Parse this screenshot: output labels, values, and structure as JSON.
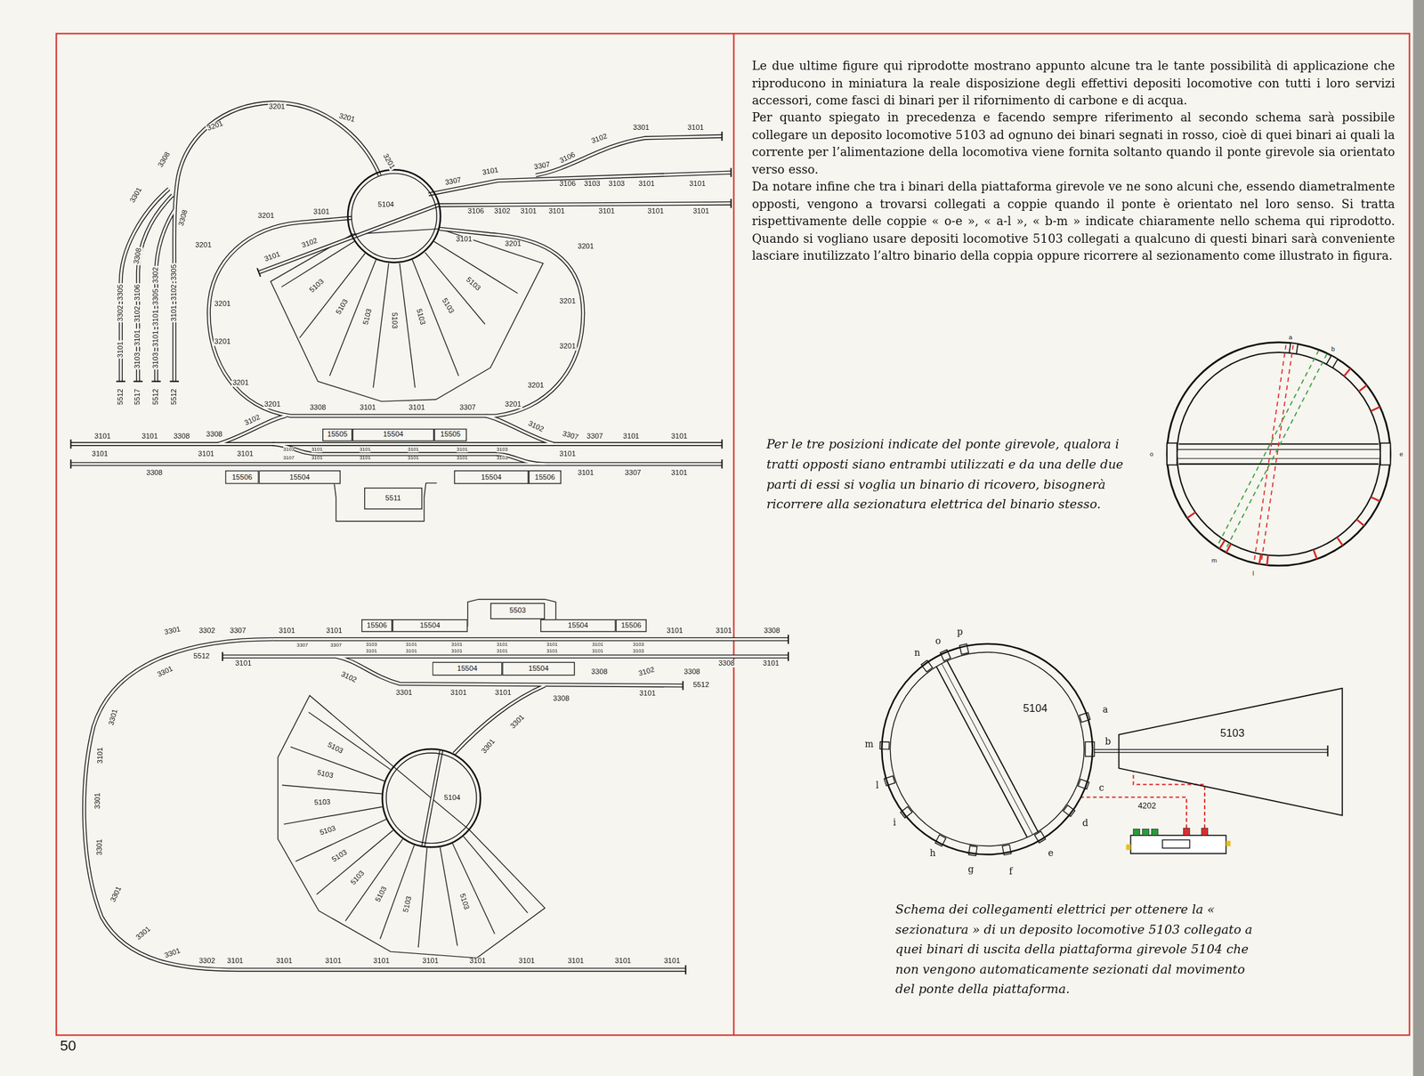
{
  "diagram": {
    "nodes": [
      {
        "text": [
          "15505"
        ]
      },
      {
        "text": [
          "15504"
        ]
      },
      {
        "text": [
          "15505"
        ]
      },
      {
        "text": [
          "15506"
        ]
      },
      {
        "text": [
          "15504"
        ]
      },
      {
        "text": [
          "15504"
        ]
      },
      {
        "text": [
          "15506"
        ]
      },
      {
        "text": [
          "5511"
        ]
      },
      {
        "text": [
          "5104"
        ]
      },
      {
        "text": [
          "5503"
        ]
      },
      {
        "text": [
          "15506"
        ]
      },
      {
        "text": [
          "15504"
        ]
      },
      {
        "text": [
          "15504"
        ]
      },
      {
        "text": [
          "15506"
        ]
      },
      {
        "text": [
          "15504"
        ]
      },
      {
        "text": [
          "15504"
        ]
      },
      {
        "text": [
          "5104"
        ]
      },
      {
        "text": [
          "5104"
        ]
      },
      {
        "text": [
          "5103"
        ]
      },
      {
        "text": [
          "4202"
        ]
      }
    ],
    "edges": [
      {
        "from": 19,
        "to": 17,
        "arrow": "none"
      },
      {
        "from": 19,
        "to": 18,
        "arrow": "none"
      }
    ],
    "labels": [
      "3201",
      "3201",
      "3201",
      "3308",
      "3201",
      "3301",
      "3101",
      "3102",
      "3106",
      "3307",
      "3106",
      "3103",
      "3103",
      "3101",
      "3101",
      "3101",
      "3307",
      "3301",
      "3201",
      "3101",
      "3106",
      "3102",
      "3101",
      "3101",
      "3101",
      "3101",
      "3101",
      "3101",
      "3201",
      "3201",
      "3201",
      "3102",
      "3101",
      "5103",
      "5103",
      "5103",
      "5103",
      "5103",
      "5103",
      "5103",
      "3201",
      "3201",
      "3201",
      "3201",
      "3201",
      "3201",
      "3201",
      "3308",
      "3101",
      "3101",
      "3307",
      "3201",
      "3102",
      "3102",
      "3308",
      "3308",
      "3305",
      "3302",
      "3101",
      "3106",
      "3102",
      "3101",
      "3103",
      "3302",
      "3305",
      "3101",
      "3101",
      "3103",
      "3305",
      "3102",
      "3101",
      "5512",
      "5517",
      "5512",
      "5512",
      "3101",
      "3101",
      "3308",
      "3308",
      "3307",
      "3307",
      "3101",
      "3101",
      "3101",
      "3101",
      "3101",
      "3101",
      "3308",
      "3101",
      "3307",
      "3101",
      "3103",
      "3107",
      "3101",
      "3101",
      "3101",
      "3101",
      "3101",
      "3101",
      "3101",
      "3101",
      "3103",
      "3103",
      "3301",
      "3302",
      "3307",
      "3101",
      "3101",
      "3101",
      "3101",
      "3308",
      "5512",
      "3101",
      "3102",
      "3301",
      "3101",
      "3101",
      "3308",
      "3308",
      "3102",
      "3308",
      "3308",
      "3101",
      "3101",
      "5512",
      "3301",
      "3301",
      "3101",
      "3301",
      "3301",
      "3301",
      "3301",
      "3301",
      "3302",
      "3101",
      "3101",
      "3101",
      "3101",
      "3101",
      "3101",
      "3101",
      "3101",
      "3101",
      "3101",
      "3301",
      "3301",
      "5103",
      "5103",
      "5103",
      "5103",
      "5103",
      "5103",
      "5103",
      "5103",
      "5103",
      "3307",
      "3307",
      "3103",
      "3101",
      "3101",
      "3101",
      "3101",
      "3101",
      "3101",
      "3101",
      "3101",
      "3101",
      "3101",
      "3101",
      "3103",
      "3103",
      "Le due ultime figure qui riprodotte mostrano appunto alcune tra le tante possibilità di applicazione che riproducono in miniatura la reale disposizione degli effettivi depositi locomotive con tutti i loro servizi accessori, come fasci di binari per il rifornimento di carbone e di acqua.",
      "Per quanto spiegato in precedenza e facendo sempre riferimento al secondo schema sarà possibile collegare un deposito locomotive 5103 ad ognuno dei binari segnati in rosso, cioè di quei binari ai quali la corrente per l’alimentazione della locomotiva viene fornita soltanto quando il ponte girevole sia orientato verso esso.",
      "Da notare infine che tra i binari della piattaforma girevole ve ne sono alcuni che, essendo diametralmente opposti, vengono a trovarsi collegati a coppie quando il ponte è orientato nel loro senso. Si tratta rispettivamente delle coppie « o-e », « a-l », « b-m » indicate chiaramente nello schema qui riprodotto. Quando si vogliano usare depositi locomotive 5103 collegati a qualcuno di questi binari sarà conveniente lasciare inutilizzato l’altro binario della coppia oppure ricorrere al sezionamento come illustrato in figura.",
      "Per le tre posizioni indicate del ponte girevole, qualora i tratti opposti siano entrambi utilizzati e da una delle due parti di essi si voglia un binario di ricovero, bisognerà ricorrere alla sezionatura elettrica del binario stesso.",
      "a",
      "b",
      "e",
      "m",
      "l",
      "o",
      "p",
      "o",
      "n",
      "m",
      "l",
      "i",
      "h",
      "g",
      "f",
      "e",
      "d",
      "c",
      "b",
      "a",
      "Schema dei collegamenti elettrici per ottenere la « sezionatura » di un deposito locomotive 5103 collegato a quei binari di uscita della piattaforma girevole 5104 che non vengono automaticamente sezionati dal movimento del ponte della piattaforma.",
      "50"
    ]
  }
}
